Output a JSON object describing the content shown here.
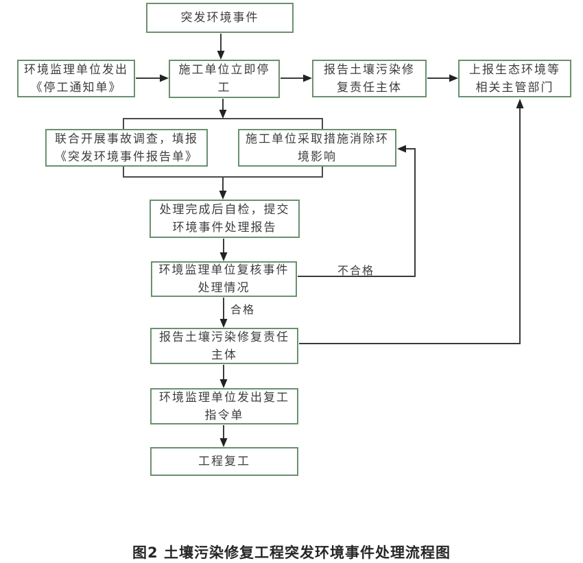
{
  "nodes": {
    "event": "突发环境事件",
    "stop_notice": "环境监理单位发出《停工通知单》",
    "stop_work": "施工单位立即停工",
    "report_responsible_top": "报告土壤污染修复责任主体",
    "report_authority": "上报生态环境等相关主管部门",
    "investigation": "联合开展事故调查，填报《突发环境事件报告单》",
    "eliminate_impact": "施工单位采取措施消除环境影响",
    "self_check": "处理完成后自检，提交环境事件处理报告",
    "review": "环境监理单位复核事件处理情况",
    "report_responsible_bottom": "报告土壤污染修复责任主体",
    "resume_order": "环境监理单位发出复工指令单",
    "resume_work": "工程复工"
  },
  "edge_labels": {
    "fail": "不合格",
    "pass": "合格"
  },
  "connections": [
    {
      "from": "event",
      "to": "stop_work",
      "label": ""
    },
    {
      "from": "stop_notice",
      "to": "stop_work",
      "label": ""
    },
    {
      "from": "stop_work",
      "to": "report_responsible_top",
      "label": ""
    },
    {
      "from": "report_responsible_top",
      "to": "report_authority",
      "label": ""
    },
    {
      "from": "stop_work",
      "to": "investigation",
      "label": ""
    },
    {
      "from": "stop_work",
      "to": "eliminate_impact",
      "label": ""
    },
    {
      "from": "investigation",
      "to": "self_check",
      "label": ""
    },
    {
      "from": "eliminate_impact",
      "to": "self_check",
      "label": ""
    },
    {
      "from": "self_check",
      "to": "review",
      "label": ""
    },
    {
      "from": "review",
      "to": "eliminate_impact",
      "label": "不合格"
    },
    {
      "from": "review",
      "to": "report_responsible_bottom",
      "label": "合格"
    },
    {
      "from": "report_responsible_bottom",
      "to": "report_authority",
      "label": ""
    },
    {
      "from": "report_responsible_bottom",
      "to": "resume_order",
      "label": ""
    },
    {
      "from": "resume_order",
      "to": "resume_work",
      "label": ""
    }
  ],
  "caption": "图2 土壤污染修复工程突发环境事件处理流程图",
  "colors": {
    "box_border": "#6b8f6e",
    "line": "#3a3a3a",
    "arrowhead": "#222222",
    "text": "#3d3d3d",
    "caption_text": "#262626",
    "background": "#ffffff"
  }
}
